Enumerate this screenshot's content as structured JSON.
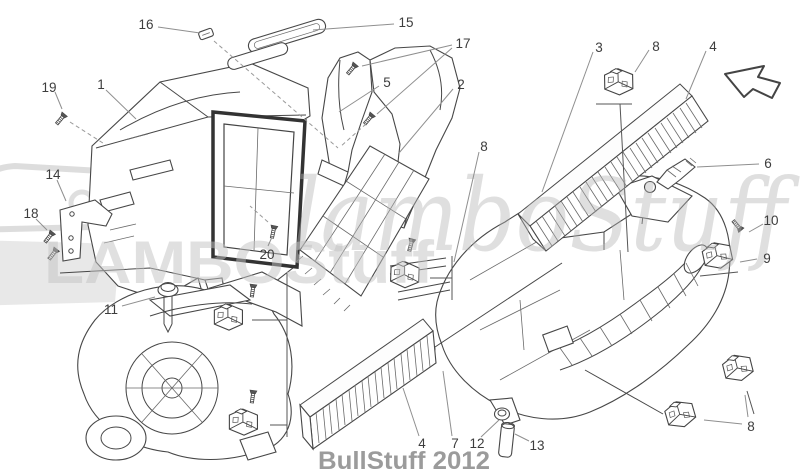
{
  "diagram": {
    "type": "exploded-parts-diagram",
    "caption": "BullStuff 2012",
    "watermark": {
      "script": "lamboStuff",
      "block": "LAMBOStuff"
    },
    "icons": {
      "direction_arrow": "outline-arrow-up-left"
    },
    "colors": {
      "line_art": "#474747",
      "leader": "#8f8f8f",
      "callout_text": "#3d3d3d",
      "watermark_gray": "#c3c3c3",
      "caption_gray": "#9b9b9b"
    },
    "callouts": {
      "c1": {
        "label": "1"
      },
      "c2": {
        "label": "2"
      },
      "c3": {
        "label": "3"
      },
      "c4a": {
        "label": "4"
      },
      "c4b": {
        "label": "4"
      },
      "c5": {
        "label": "5"
      },
      "c6": {
        "label": "6"
      },
      "c7": {
        "label": "7"
      },
      "c8a": {
        "label": "8"
      },
      "c8b": {
        "label": "8"
      },
      "c8c": {
        "label": "8"
      },
      "c9": {
        "label": "9"
      },
      "c10": {
        "label": "10"
      },
      "c11": {
        "label": "11"
      },
      "c12": {
        "label": "12"
      },
      "c13": {
        "label": "13"
      },
      "c14": {
        "label": "14"
      },
      "c15": {
        "label": "15"
      },
      "c16": {
        "label": "16"
      },
      "c17": {
        "label": "17"
      },
      "c18": {
        "label": "18"
      },
      "c19": {
        "label": "19"
      },
      "c20": {
        "label": "20"
      }
    }
  }
}
